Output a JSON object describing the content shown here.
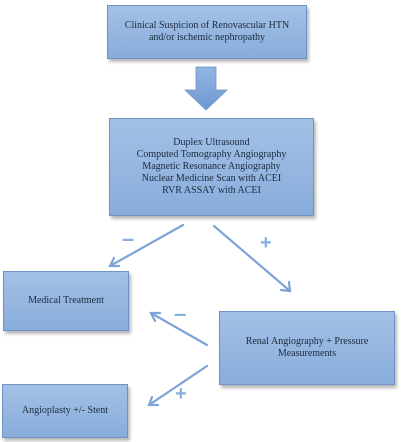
{
  "nodes": {
    "suspicion": {
      "lines": [
        "Clinical Suspicion of Renovascular HTN",
        "and/or ischemic nephropathy"
      ]
    },
    "tests": {
      "lines": [
        "Duplex Ultrasound",
        "Computed Tomography Angiography",
        "Magnetic Resonance Angiography",
        "Nuclear Medicine Scan with ACEI",
        "RVR ASSAY with ACEI"
      ]
    },
    "medical": {
      "lines": [
        "Medical Treatment"
      ]
    },
    "angiography": {
      "lines": [
        "Renal Angiography + Pressure",
        "Measurements"
      ]
    },
    "stent": {
      "lines": [
        "Angioplasty +/- Stent"
      ]
    }
  },
  "edge_labels": {
    "tests_to_medical": "–",
    "tests_to_angiography": "+",
    "angiography_to_medical": "–",
    "angiography_to_stent": "+"
  },
  "colors": {
    "box_fill": "#94b4df",
    "box_border": "#6f93c4",
    "arrow": "#7ea3d6",
    "text": "#1b2a3e"
  }
}
